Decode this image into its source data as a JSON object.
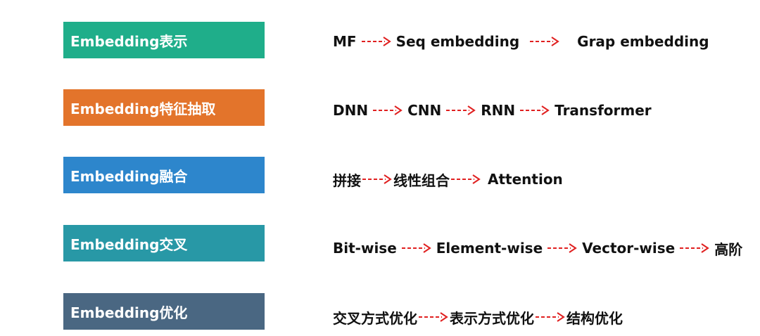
{
  "rows": [
    {
      "label": "Embedding表示",
      "color": "#1fae8a",
      "steps": [
        "MF",
        "Seq embedding",
        "Grap embedding"
      ]
    },
    {
      "label": "Embedding特征抽取",
      "color": "#e3742b",
      "steps": [
        "DNN",
        "CNN",
        "RNN",
        "Transformer"
      ]
    },
    {
      "label": "Embedding融合",
      "color": "#2d86cc",
      "steps": [
        "拼接",
        "线性组合",
        "Attention"
      ]
    },
    {
      "label": "Embedding交叉",
      "color": "#2898a6",
      "steps": [
        "Bit-wise",
        "Element-wise",
        "Vector-wise",
        "高阶"
      ]
    },
    {
      "label": "Embedding优化",
      "color": "#4a6782",
      "steps": [
        "交叉方式优化",
        "表示方式优化",
        "结构优化"
      ]
    }
  ],
  "arrow_color": "#e02020"
}
